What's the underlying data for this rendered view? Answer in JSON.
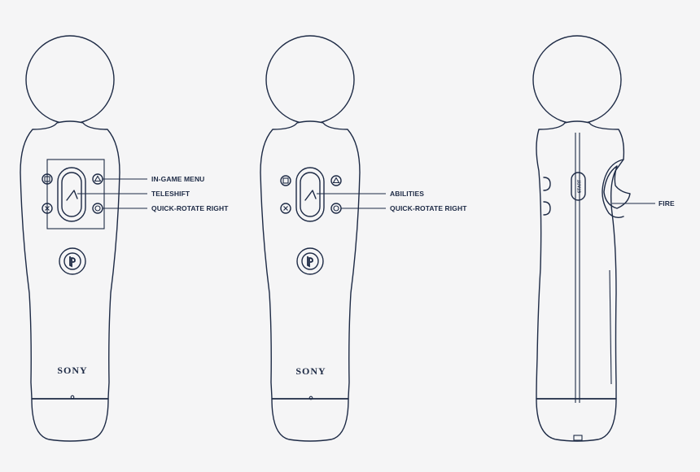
{
  "controllers": [
    {
      "view": "front",
      "brand": "SONY",
      "callouts": [
        "IN-GAME MENU",
        "TELESHIFT",
        "QUICK-ROTATE RIGHT"
      ]
    },
    {
      "view": "front",
      "brand": "SONY",
      "callouts": [
        "ABILITIES",
        "QUICK-ROTATE RIGHT"
      ]
    },
    {
      "view": "side",
      "start_label": "START",
      "callouts": [
        "FIRE"
      ]
    }
  ],
  "colors": {
    "line": "#1d2a45",
    "background": "#f5f5f6"
  }
}
